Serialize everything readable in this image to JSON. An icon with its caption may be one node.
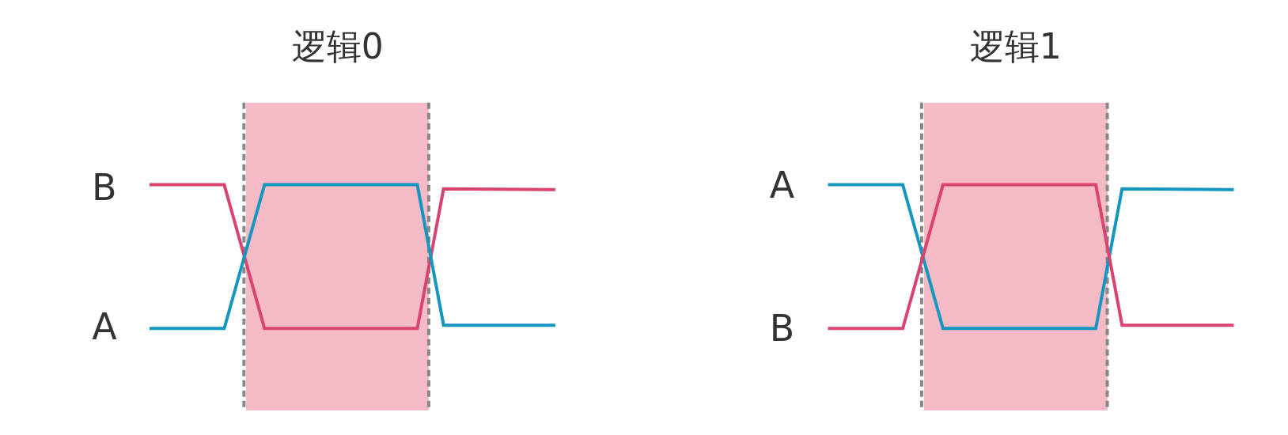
{
  "diagram": {
    "nodes": [
      {
        "text": [
          "逻辑0"
        ]
      },
      {
        "text": [
          "逻辑1"
        ]
      }
    ],
    "labels": [
      "B",
      "A",
      "A",
      "B"
    ]
  }
}
